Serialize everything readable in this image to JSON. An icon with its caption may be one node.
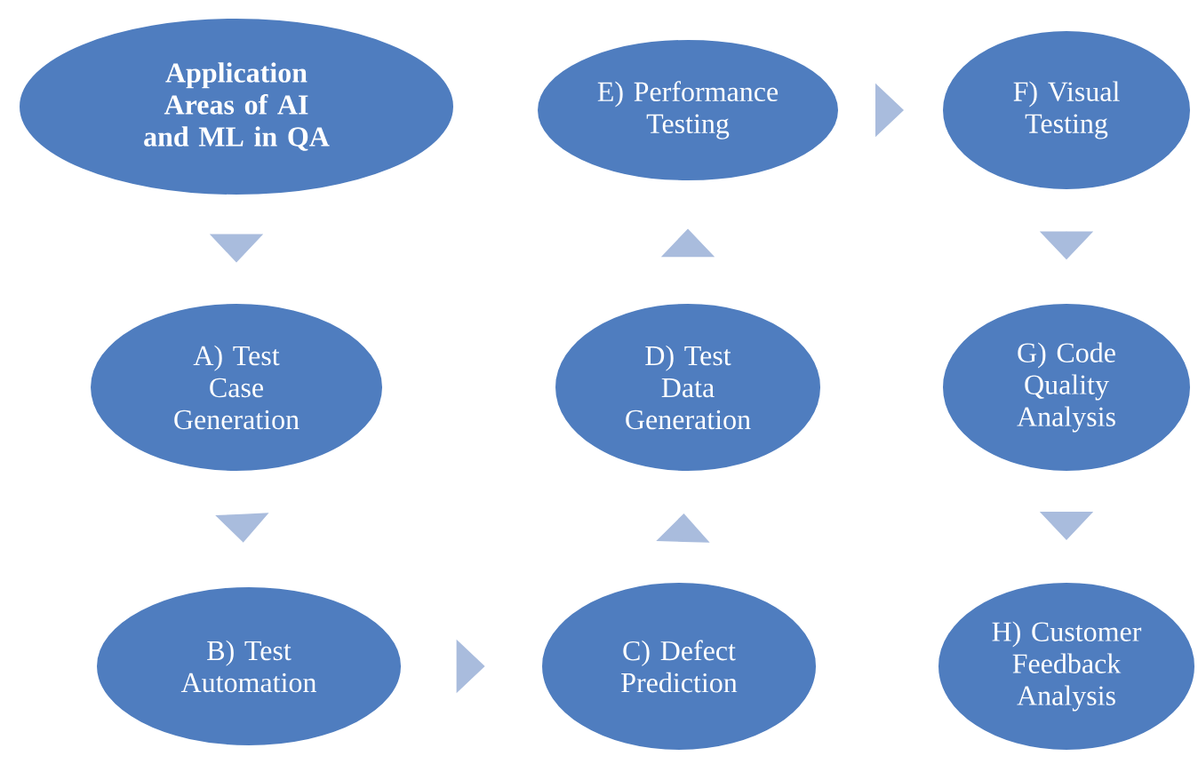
{
  "diagram": {
    "nodes": [
      {
        "text": [
          "Application Areas of AI and ML in QA"
        ]
      },
      {
        "text": [
          "A) Test Case Generation"
        ]
      },
      {
        "text": [
          "B) Test Automation"
        ]
      },
      {
        "text": [
          "C) Defect Prediction"
        ]
      },
      {
        "text": [
          "D) Test Data Generation"
        ]
      },
      {
        "text": [
          "E) Performance Testing"
        ]
      },
      {
        "text": [
          "F) Visual Testing"
        ]
      },
      {
        "text": [
          "G) Code Quality Analysis"
        ]
      },
      {
        "text": [
          "H) Customer Feedback Analysis"
        ]
      }
    ],
    "edges": [
      {
        "from": 0,
        "to": 1,
        "arrow": "to"
      },
      {
        "from": 1,
        "to": 2,
        "arrow": "to"
      },
      {
        "from": 2,
        "to": 3,
        "arrow": "to"
      },
      {
        "from": 3,
        "to": 4,
        "arrow": "to"
      },
      {
        "from": 4,
        "to": 5,
        "arrow": "to"
      },
      {
        "from": 5,
        "to": 6,
        "arrow": "to"
      },
      {
        "from": 6,
        "to": 7,
        "arrow": "to"
      },
      {
        "from": 7,
        "to": 8,
        "arrow": "to"
      }
    ]
  }
}
